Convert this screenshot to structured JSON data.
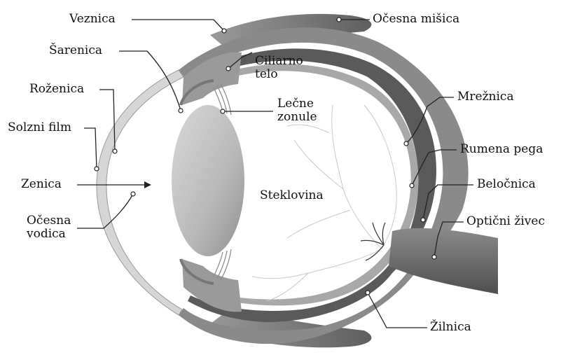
{
  "labels": {
    "veznica": "Veznica",
    "ocesna_misica": "Očesna mišica",
    "sarenica": "Šarenica",
    "ciliarno_telo_1": "Ciliarno",
    "ciliarno_telo_2": "telo",
    "rozenica": "Roženica",
    "lecne_zonule_1": "Lečne",
    "lecne_zonule_2": "zonule",
    "mreznica": "Mrežnica",
    "solzni_film": "Solzni film",
    "rumena_pega": "Rumena pega",
    "zenica": "Zenica",
    "steklovina": "Steklovina",
    "belocnica": "Beločnica",
    "ocesna_vodica_1": "Očesna",
    "ocesna_vodica_2": "vodica",
    "opticni_zivec": "Optični živec",
    "zilnica": "Žilnica"
  },
  "colors": {
    "text": "#111111",
    "leader": "#222222",
    "sclera": "#8a8a8a",
    "choroid": "#5a5a5a",
    "retina": "#9a9a9a",
    "lens": "#b5b5b5",
    "muscle": "#7a7a7a",
    "nerve": "#6e6e6e"
  }
}
